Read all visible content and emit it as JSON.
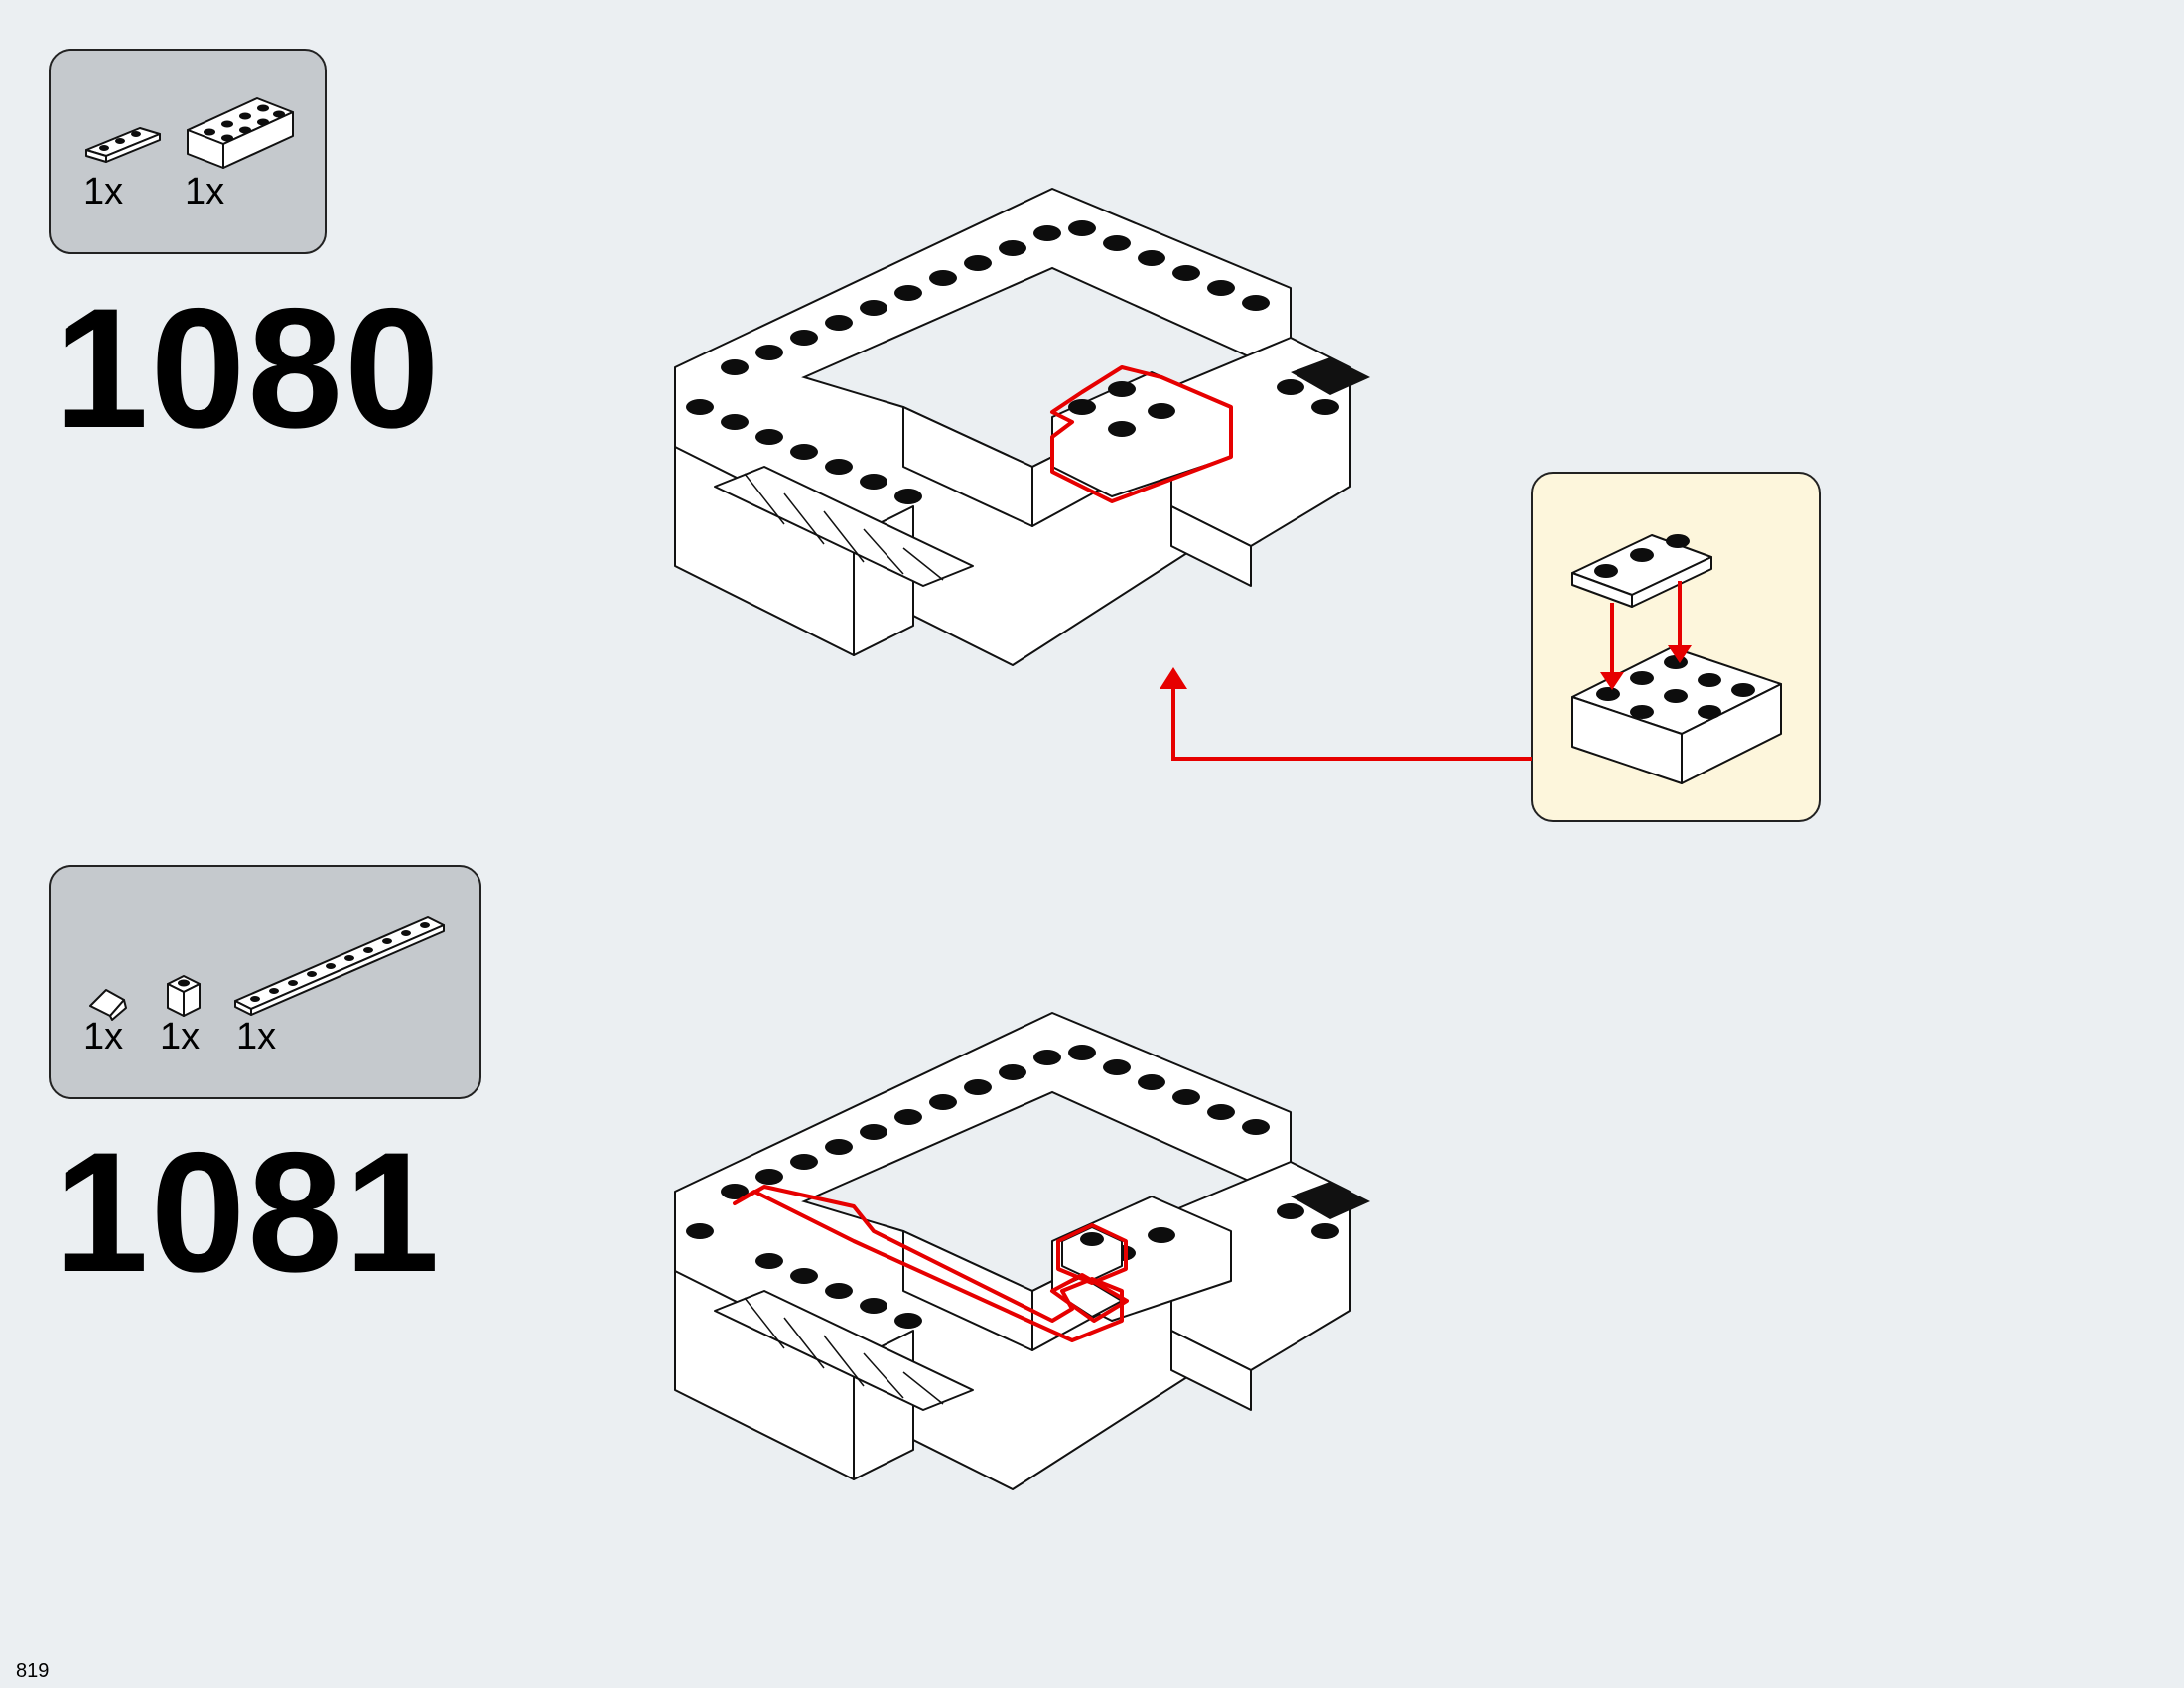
{
  "page_number": "819",
  "steps": [
    {
      "number": "1080",
      "parts": [
        {
          "icon": "plate-1x3-icon",
          "qty": "1x"
        },
        {
          "icon": "brick-2x4-icon",
          "qty": "1x"
        }
      ],
      "callout": {
        "present": true,
        "arrow_color": "#e60000"
      }
    },
    {
      "number": "1081",
      "parts": [
        {
          "icon": "slope-tile-icon",
          "qty": "1x"
        },
        {
          "icon": "brick-1x1-icon",
          "qty": "1x"
        },
        {
          "icon": "plate-1x10-icon",
          "qty": "1x"
        }
      ]
    }
  ],
  "colors": {
    "background": "#ebeff2",
    "parts_box": "#c5c9cd",
    "callout_bg": "#fdf6dc",
    "highlight": "#e60000"
  }
}
